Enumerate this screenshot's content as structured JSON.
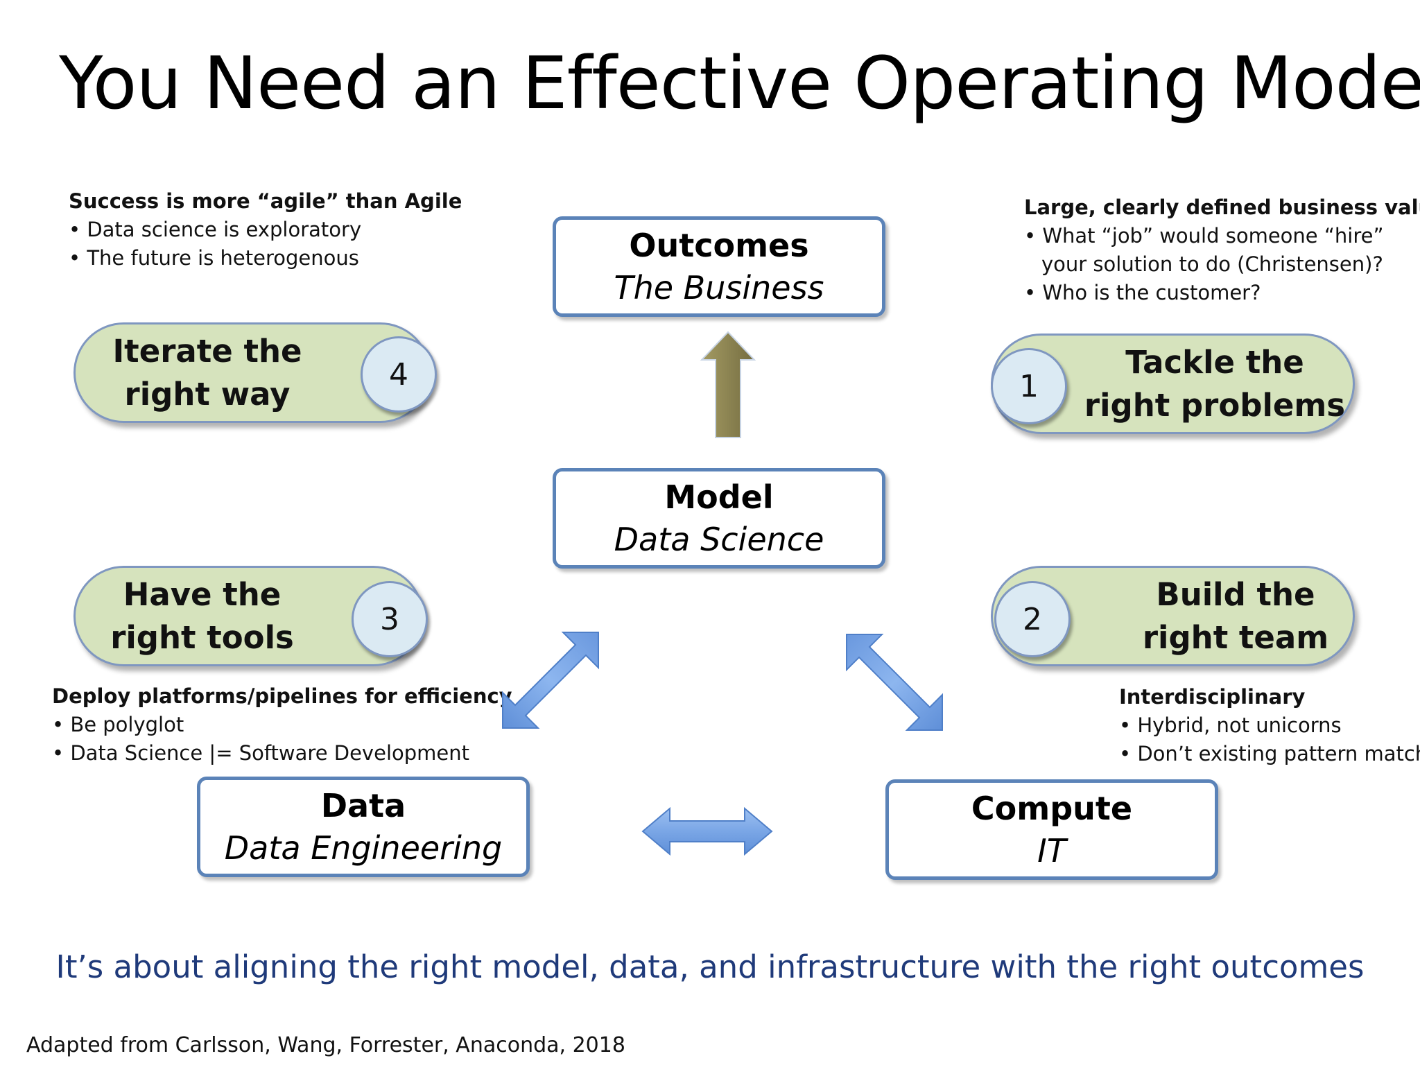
{
  "title": "You Need an Effective Operating Model",
  "boxes": {
    "outcomes": {
      "label": "Outcomes",
      "sub": "The Business"
    },
    "model": {
      "label": "Model",
      "sub": "Data Science"
    },
    "data": {
      "label": "Data",
      "sub": "Data Engineering"
    },
    "compute": {
      "label": "Compute",
      "sub": "IT"
    }
  },
  "pills": {
    "p1": {
      "number": "1",
      "line1": "Tackle the",
      "line2": "right problems"
    },
    "p2": {
      "number": "2",
      "line1": "Build the",
      "line2": "right team"
    },
    "p3": {
      "number": "3",
      "line1": "Have the",
      "line2": "right tools"
    },
    "p4": {
      "number": "4",
      "line1": "Iterate the",
      "line2": "right way"
    }
  },
  "notes": {
    "top_left": {
      "heading": "Success is more “agile” than Agile",
      "bullets": [
        "• Data science is exploratory",
        "• The future is heterogenous"
      ]
    },
    "top_right": {
      "heading": "Large, clearly defined business value",
      "bullets": [
        "• What “job” would someone “hire” your solution to do (Christensen)?",
        "• Who is the customer?"
      ]
    },
    "bottom_left": {
      "heading": "Deploy platforms/pipelines for efficiency",
      "bullets": [
        "• Be polyglot",
        "• Data Science  |= Software Development"
      ]
    },
    "bottom_right": {
      "heading": "Interdisciplinary",
      "bullets": [
        "• Hybrid, not unicorns",
        "• Don’t existing pattern match"
      ]
    }
  },
  "tagline": "It’s about aligning the right model, data, and infrastructure with the right outcomes",
  "credit": "Adapted from Carlsson, Wang, Forrester, Anaconda, 2018",
  "colors": {
    "box_border": "#5b83b8",
    "pill_fill": "#d6e3bd",
    "number_fill": "#dbeaf3",
    "arrow_blue": "#7aa6e6",
    "arrow_olive": "#8c8452",
    "tagline": "#1f3a7a"
  }
}
